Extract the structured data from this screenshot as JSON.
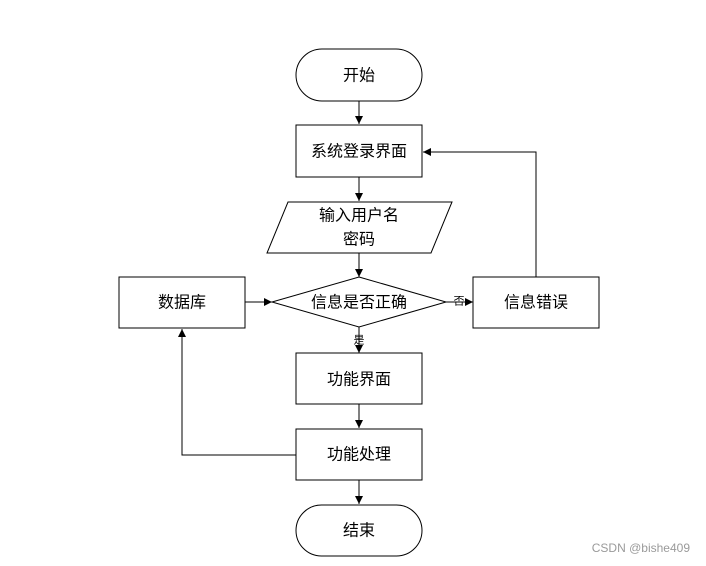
{
  "nodes": {
    "start": "开始",
    "login_screen": "系统登录界面",
    "input_line1": "输入用户名",
    "input_line2": "密码",
    "decision": "信息是否正确",
    "database": "数据库",
    "info_error": "信息错误",
    "function_screen": "功能界面",
    "function_process": "功能处理",
    "end": "结束"
  },
  "edge_labels": {
    "yes": "是",
    "no": "否"
  },
  "watermark": "CSDN @bishe409",
  "colors": {
    "stroke": "#000000",
    "fill": "#ffffff",
    "watermark": "#9a9a9a"
  }
}
